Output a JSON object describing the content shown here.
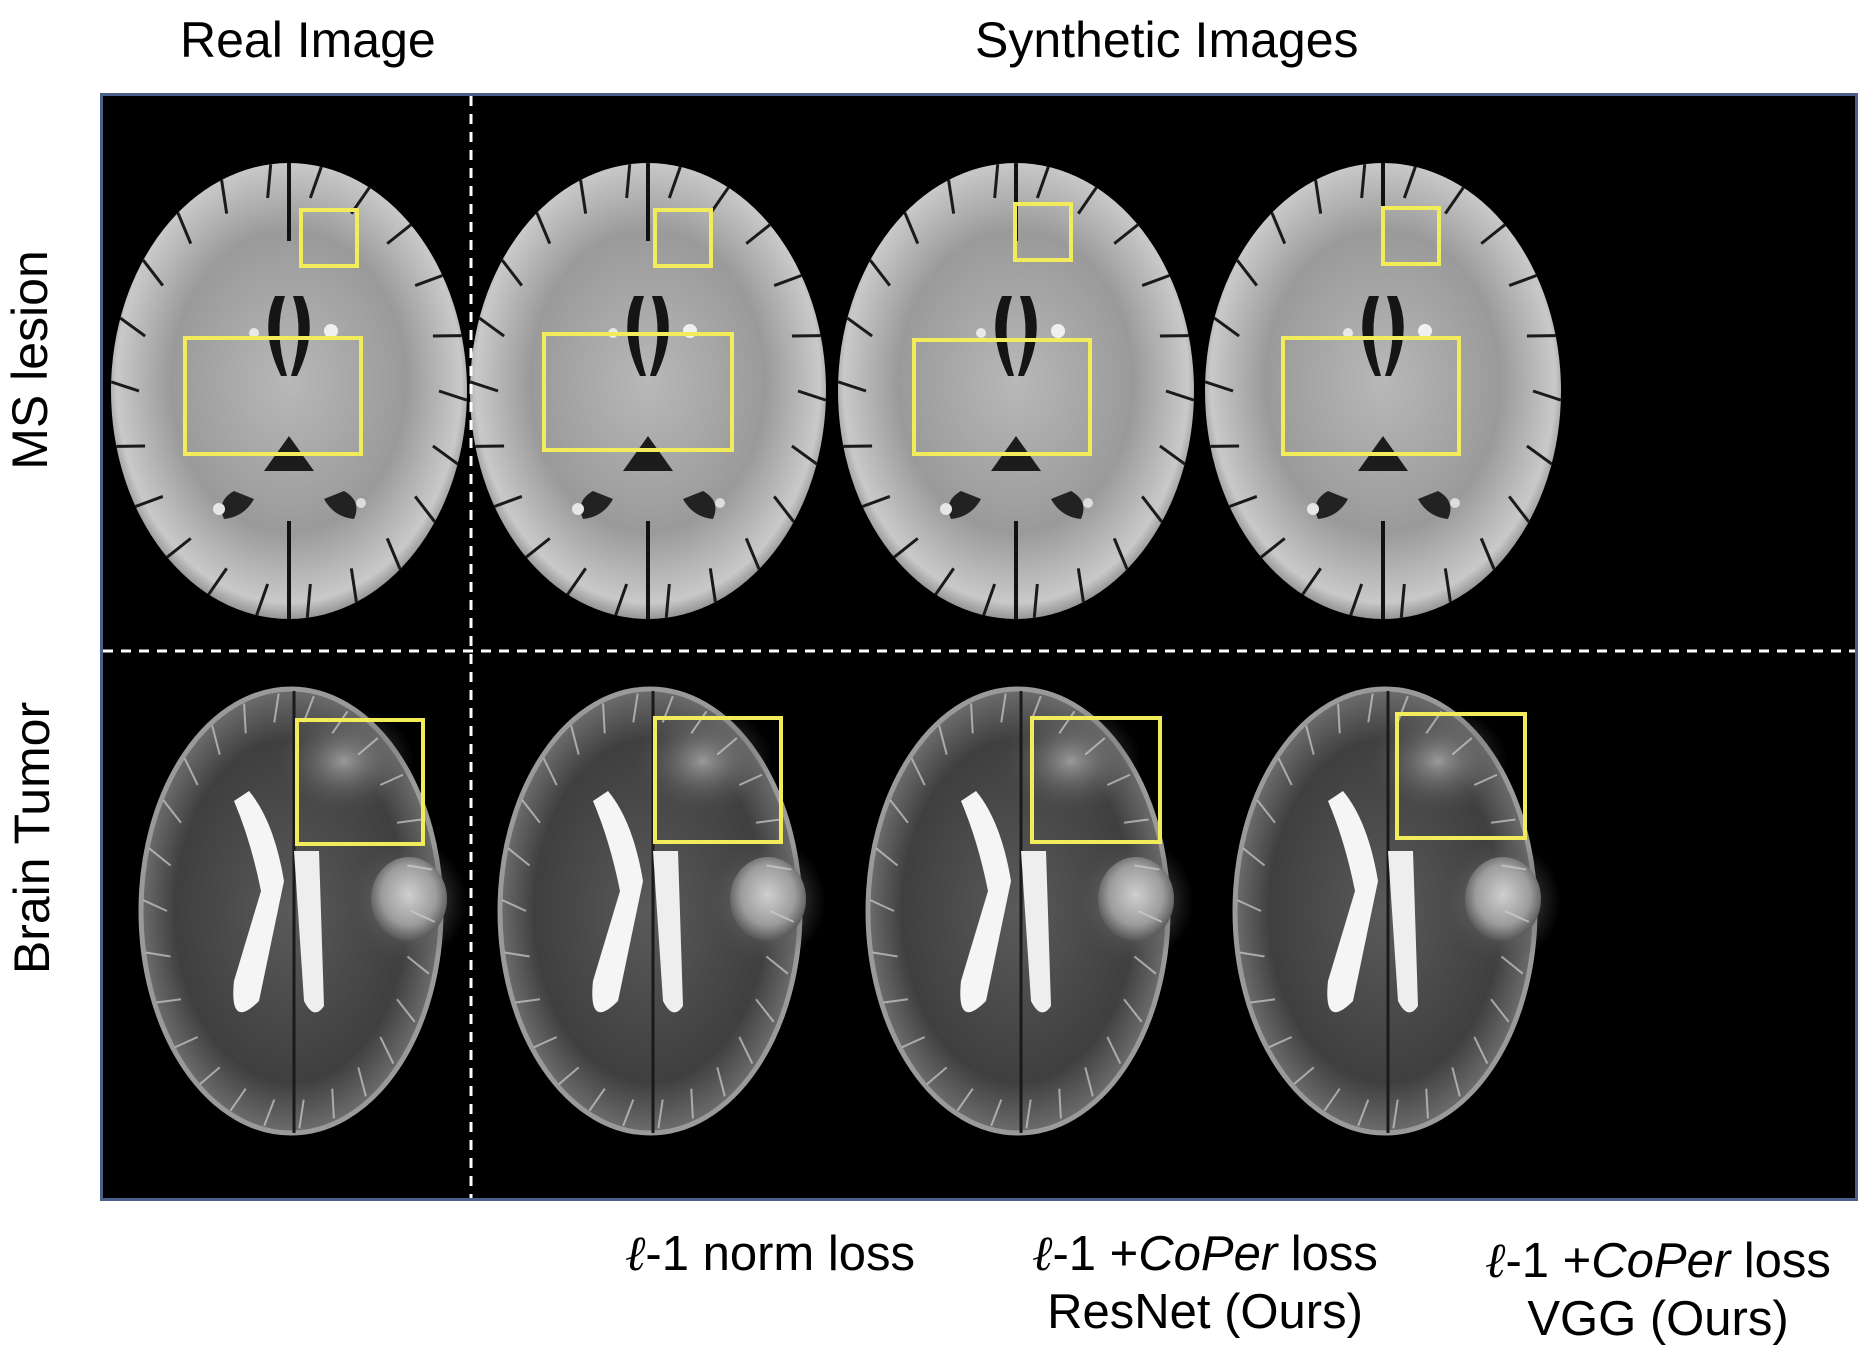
{
  "headers": {
    "real": "Real Image",
    "synthetic": "Synthetic Images"
  },
  "rows": [
    {
      "label": "MS lesion"
    },
    {
      "label": "Brain Tumor"
    }
  ],
  "captions": [
    {
      "symbol": "ℓ",
      "line1": "-1 norm loss",
      "line2": ""
    },
    {
      "symbol": "ℓ",
      "line1_pre": "-1 +",
      "line1_em": "CoPer",
      "line1_post": " loss",
      "line2": "ResNet (Ours)"
    },
    {
      "symbol": "ℓ",
      "line1_pre": "-1 +",
      "line1_em": "CoPer",
      "line1_post": " loss",
      "line2": "VGG (Ours)"
    }
  ],
  "colors": {
    "background": "#000000",
    "frame": "#4a5f8a",
    "highlight_box": "#f2ec5a",
    "divider": "#ffffff"
  }
}
